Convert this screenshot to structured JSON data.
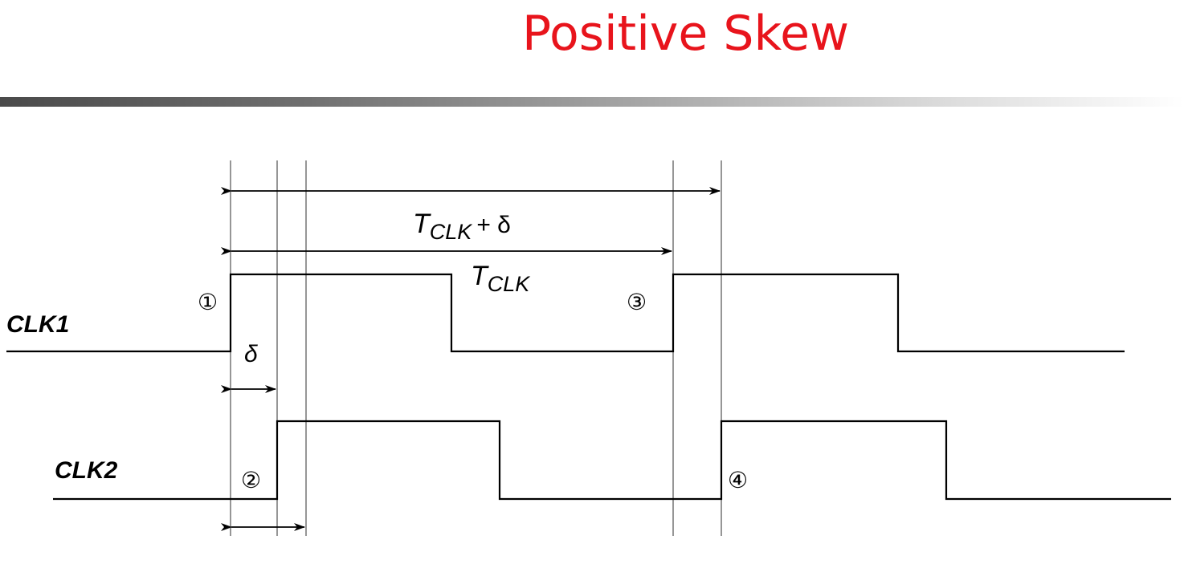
{
  "title": {
    "text": "Positive Skew",
    "color": "#e8141c"
  },
  "signals": {
    "clk1": "CLK1",
    "clk2": "CLK2"
  },
  "labels": {
    "tclk_plus_delta_main": "T",
    "tclk_plus_delta_sub": "CLK",
    "tclk_plus_delta_tail": "+ δ",
    "tclk_main": "T",
    "tclk_sub": "CLK",
    "delta": "δ"
  },
  "markers": {
    "m1": "①",
    "m2": "②",
    "m3": "③",
    "m4": "④"
  }
}
